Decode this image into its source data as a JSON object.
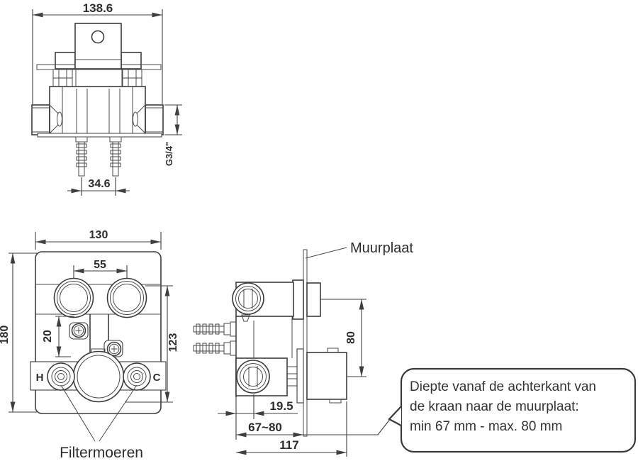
{
  "colors": {
    "line": "#3d3d3d",
    "text": "#2d2d2d",
    "background": "#ffffff"
  },
  "top_view": {
    "overall_width": "138.6",
    "inlet_spacing": "34.6",
    "thread_size": "G3/4\""
  },
  "front_view": {
    "plate_width": "130",
    "outlet_spacing": "55",
    "plate_height": "180",
    "bracket_offset": "20",
    "body_height": "123",
    "hot_label": "H",
    "cold_label": "C",
    "filter_label": "Filtermoeren"
  },
  "side_view": {
    "wall_plate_label": "Muurplaat",
    "outlet_depth_offset": "80",
    "center_offset": "19.5",
    "install_depth_range": "67~80",
    "total_depth": "117"
  },
  "callout": {
    "line1": "Diepte vanaf de achterkant van",
    "line2": "de kraan naar de muurplaat:",
    "line3": "min 67 mm - max. 80 mm"
  }
}
